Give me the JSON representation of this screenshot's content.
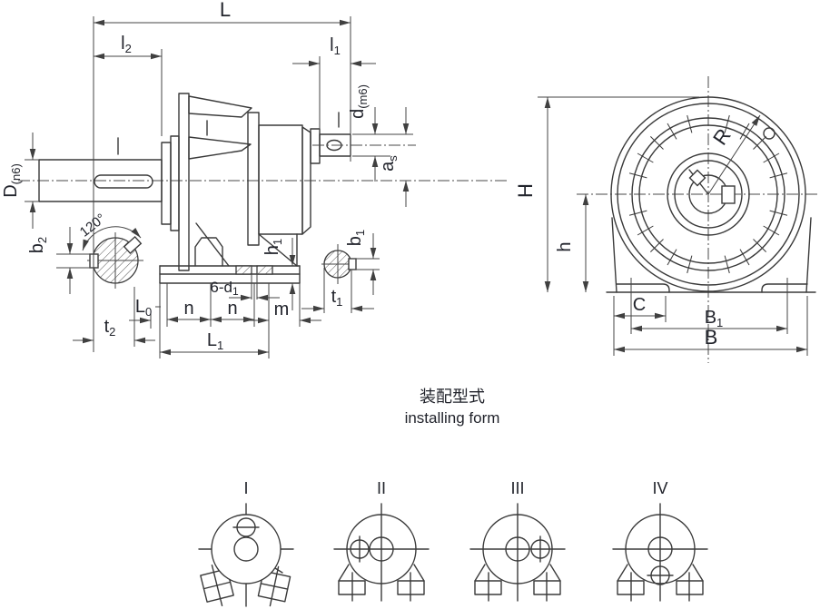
{
  "colors": {
    "background": "#ffffff",
    "line": "#3a3a3a",
    "dimension_line": "#454545",
    "text": "#22242c"
  },
  "caption": {
    "zh": "装配型式",
    "en": "installing form"
  },
  "side_view_labels": {
    "L": {
      "base": "L",
      "sub": ""
    },
    "l2": {
      "base": "l",
      "sub": "2"
    },
    "l1": {
      "base": "l",
      "sub": "1"
    },
    "d": {
      "base": "d",
      "sub": "(m6)"
    },
    "as": {
      "base": "a",
      "sub": "s"
    },
    "D": {
      "base": "D",
      "sub": "(n6)"
    },
    "b2": {
      "base": "b",
      "sub": "2"
    },
    "angle": "120°",
    "t2": {
      "base": "t",
      "sub": "2"
    },
    "L0": {
      "base": "L",
      "sub": "0"
    },
    "n1": "n",
    "n2": "n",
    "holes": {
      "base": "6-d",
      "sub": "1"
    },
    "m": "m",
    "h1": {
      "base": "h",
      "sub": "1"
    },
    "b1": {
      "base": "b",
      "sub": "1"
    },
    "t1": {
      "base": "t",
      "sub": "1"
    },
    "L1": {
      "base": "L",
      "sub": "1"
    }
  },
  "front_view_labels": {
    "R": "R",
    "H": "H",
    "h": "h",
    "C": "C",
    "B1": {
      "base": "B",
      "sub": "1"
    },
    "B": "B"
  },
  "installing_forms": [
    {
      "numeral": "I",
      "input_shaft_position": "top"
    },
    {
      "numeral": "II",
      "input_shaft_position": "left"
    },
    {
      "numeral": "III",
      "input_shaft_position": "right"
    },
    {
      "numeral": "IV",
      "input_shaft_position": "bottom"
    }
  ]
}
